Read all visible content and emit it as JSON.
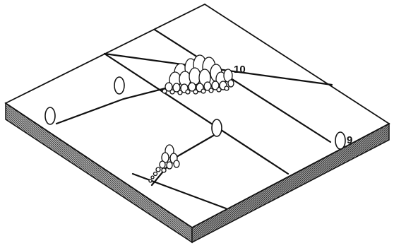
{
  "figure": {
    "callouts": [
      {
        "id": "label-10",
        "text": "10"
      },
      {
        "id": "label-9",
        "text": "9"
      }
    ],
    "colors": {
      "line": "#111111",
      "top_face": "#ffffff",
      "side_face_fill": "#9a9a9a",
      "hatch": "#3a3a3a"
    }
  }
}
